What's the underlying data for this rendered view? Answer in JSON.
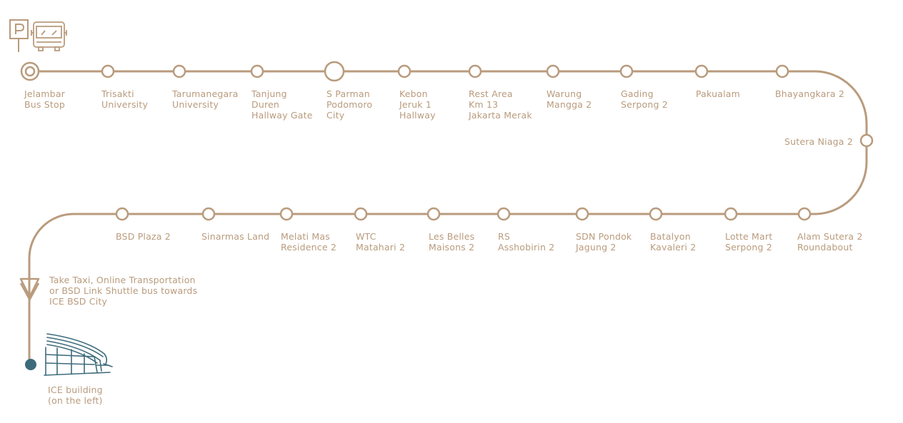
{
  "colors": {
    "route": "#b99b7d",
    "destination": "#3d6b7c",
    "background": "#ffffff"
  },
  "icons": {
    "parking_sign": "parking-sign-icon",
    "bus": "bus-icon",
    "direction": "downward-arrow-icon",
    "destination_building": "ice-building-icon"
  },
  "route_top": [
    {
      "label": [
        "Jelambar",
        "Bus Stop"
      ],
      "kind": "origin"
    },
    {
      "label": [
        "Trisakti",
        "University"
      ],
      "kind": "stop"
    },
    {
      "label": [
        "Tarumanegara",
        "University"
      ],
      "kind": "stop"
    },
    {
      "label": [
        "Tanjung",
        "Duren",
        "Hallway Gate"
      ],
      "kind": "stop"
    },
    {
      "label": [
        "S Parman",
        "Podomoro",
        "City"
      ],
      "kind": "large-stop"
    },
    {
      "label": [
        "Kebon",
        "Jeruk 1",
        "Hallway"
      ],
      "kind": "stop"
    },
    {
      "label": [
        "Rest Area",
        "Km 13",
        "Jakarta Merak"
      ],
      "kind": "stop"
    },
    {
      "label": [
        "Warung",
        "Mangga 2"
      ],
      "kind": "stop"
    },
    {
      "label": [
        "Gading",
        "Serpong 2"
      ],
      "kind": "stop"
    },
    {
      "label": [
        "Pakualam"
      ],
      "kind": "stop"
    },
    {
      "label": [
        "Bhayangkara 2"
      ],
      "kind": "stop"
    }
  ],
  "route_side": {
    "label": [
      "Sutera Niaga 2"
    ],
    "kind": "stop"
  },
  "route_bottom": [
    {
      "label": [
        "Alam Sutera 2",
        "Roundabout"
      ],
      "kind": "stop"
    },
    {
      "label": [
        "Lotte Mart",
        "Serpong 2"
      ],
      "kind": "stop"
    },
    {
      "label": [
        "Batalyon",
        "Kavaleri 2"
      ],
      "kind": "stop"
    },
    {
      "label": [
        "SDN Pondok",
        "Jagung 2"
      ],
      "kind": "stop"
    },
    {
      "label": [
        "RS",
        "Asshobirin 2"
      ],
      "kind": "stop"
    },
    {
      "label": [
        "Les Belles",
        "Maisons 2"
      ],
      "kind": "stop"
    },
    {
      "label": [
        "WTC",
        "Matahari 2"
      ],
      "kind": "stop"
    },
    {
      "label": [
        "Melati Mas",
        "Residence 2"
      ],
      "kind": "stop"
    },
    {
      "label": [
        "Sinarmas Land"
      ],
      "kind": "stop"
    },
    {
      "label": [
        "BSD Plaza 2"
      ],
      "kind": "stop"
    }
  ],
  "instruction": [
    "Take Taxi, Online Transportation",
    "or BSD Link Shuttle bus towards",
    "ICE BSD City"
  ],
  "destination": [
    "ICE building",
    "(on the left)"
  ]
}
